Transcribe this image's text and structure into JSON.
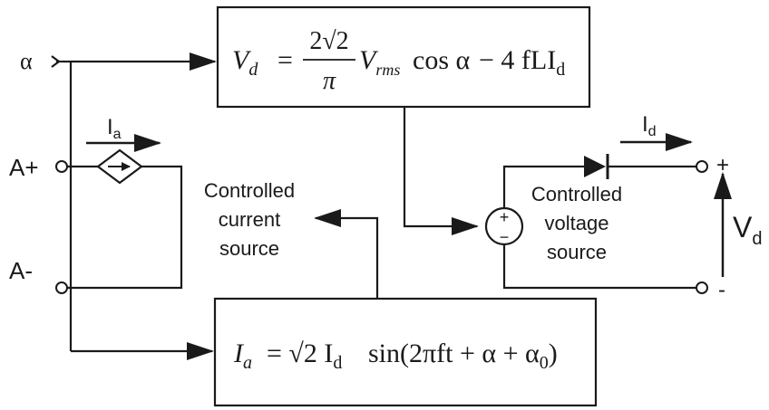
{
  "inputs": {
    "alpha": "α",
    "a_plus": "A+",
    "a_minus": "A-"
  },
  "currents": {
    "ia_main": "I",
    "ia_sub": "a",
    "id_main": "I",
    "id_sub": "d"
  },
  "labels": {
    "ccs": [
      "Controlled",
      "current",
      "source"
    ],
    "cvs": [
      "Controlled",
      "voltage",
      "source"
    ]
  },
  "output": {
    "plus": "+",
    "minus": "-",
    "vd_main": "V",
    "vd_sub": "d"
  },
  "eq_vd": {
    "lhs": "V",
    "lhs_sub": "d",
    "eq": "=",
    "num": "2√2",
    "den": "π",
    "vrms": "V",
    "vrms_sub": "rms",
    "cos": "cos α",
    "minus_term": "− 4 fLI",
    "id_sub": "d"
  },
  "eq_ia": {
    "lhs": "I",
    "lhs_sub": "a",
    "rhs1": "= √2 I",
    "id_sub": "d",
    "rhs2": "sin(2πft + α + α",
    "a0_sub": "0",
    "close": ")"
  },
  "source_sign": {
    "plus": "+",
    "minus": "−"
  }
}
